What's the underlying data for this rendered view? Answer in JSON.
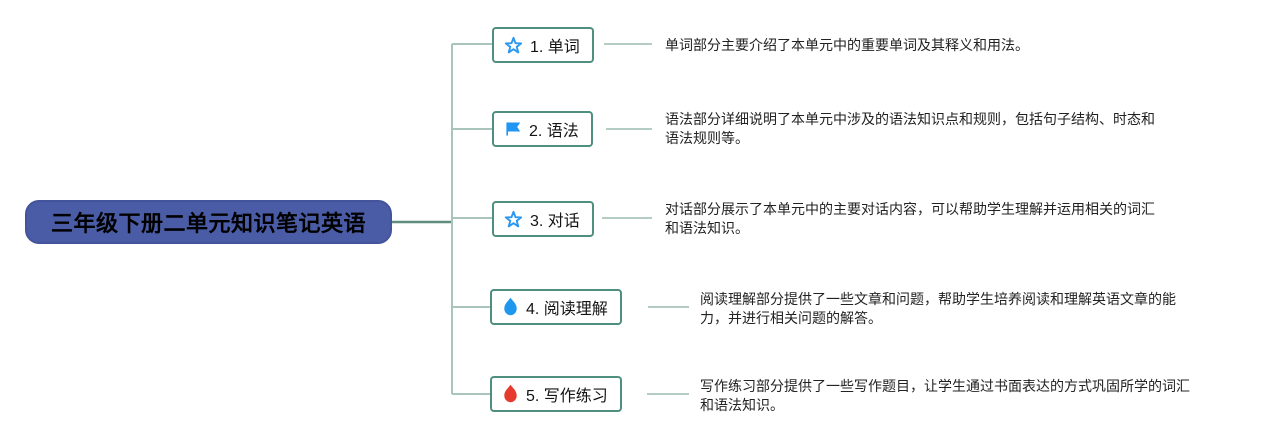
{
  "mindmap": {
    "root": {
      "label": "三年级下册二单元知识笔记英语"
    },
    "nodes": [
      {
        "label": "1. 单词",
        "icon": "star-outline-icon",
        "icon_color": "#2b97ef",
        "description": "单词部分主要介绍了本单元中的重要单词及其释义和用法。"
      },
      {
        "label": "2. 语法",
        "icon": "flag-icon",
        "icon_color": "#2196f3",
        "description": "语法部分详细说明了本单元中涉及的语法知识点和规则，包括句子结构、时态和语法规则等。"
      },
      {
        "label": "3. 对话",
        "icon": "star-outline-icon",
        "icon_color": "#2b97ef",
        "description": "对话部分展示了本单元中的主要对话内容，可以帮助学生理解并运用相关的词汇和语法知识。"
      },
      {
        "label": "4. 阅读理解",
        "icon": "flame-icon",
        "icon_color": "#1e97ee",
        "description": "阅读理解部分提供了一些文章和问题，帮助学生培养阅读和理解英语文章的能力，并进行相关问题的解答。"
      },
      {
        "label": "5. 写作练习",
        "icon": "flame-icon",
        "icon_color": "#e73a2e",
        "description": "写作练习部分提供了一些写作题目，让学生通过书面表达的方式巩固所学的词汇和语法知识。"
      }
    ],
    "colors": {
      "root_background": "#4a5ca6",
      "root_text": "#000000",
      "node_border": "#4f8f7f",
      "node_text": "#141414",
      "connector_light": "#a9c4ba",
      "connector_dark": "#5f8d7f",
      "icon_blue": "#2196f3",
      "icon_red": "#e73a2e",
      "description_text": "#222222"
    }
  }
}
